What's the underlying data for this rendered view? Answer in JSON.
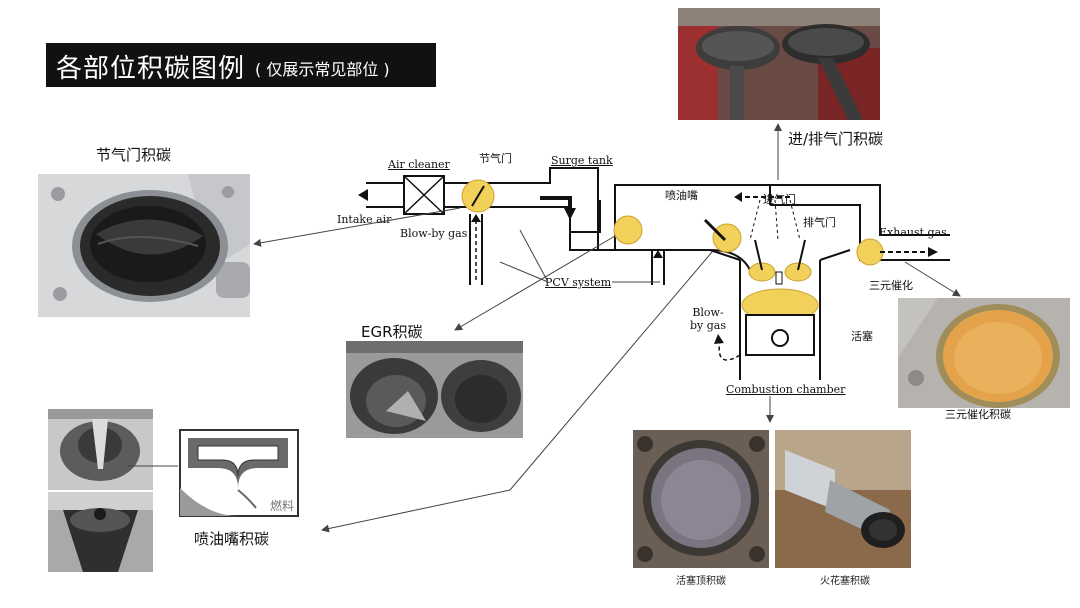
{
  "title": {
    "main": "各部位积碳图例",
    "sub": "( 仅展示常见部位 )"
  },
  "captions": {
    "throttle": "节气门积碳",
    "egr": "EGR积碳",
    "injector": "喷油嘴积碳",
    "valves": "进/排气门积碳",
    "catalyst": "三元催化积碳",
    "piston_top": "活塞顶积碳",
    "spark_plug": "火花塞积碳",
    "fuel": "燃料"
  },
  "diagram": {
    "air_cleaner": "Air cleaner",
    "throttle": "节气门",
    "surge_tank": "Surge tank",
    "intake_air": "Intake air",
    "blowby_gas_top": "Blow-by gas",
    "pcv_system": "PCV system",
    "injector": "喷油嘴",
    "intake_valve": "进气门",
    "exhaust_valve": "排气门",
    "exhaust_gas": "Exhaust gas",
    "catalyst": "三元催化",
    "blowby_gas_bottom": "Blow-by gas",
    "piston": "活塞",
    "combustion_chamber": "Combustion chamber"
  },
  "colors": {
    "highlight": "#f2d15a",
    "title_bg": "#111111",
    "arrow": "#444444"
  }
}
